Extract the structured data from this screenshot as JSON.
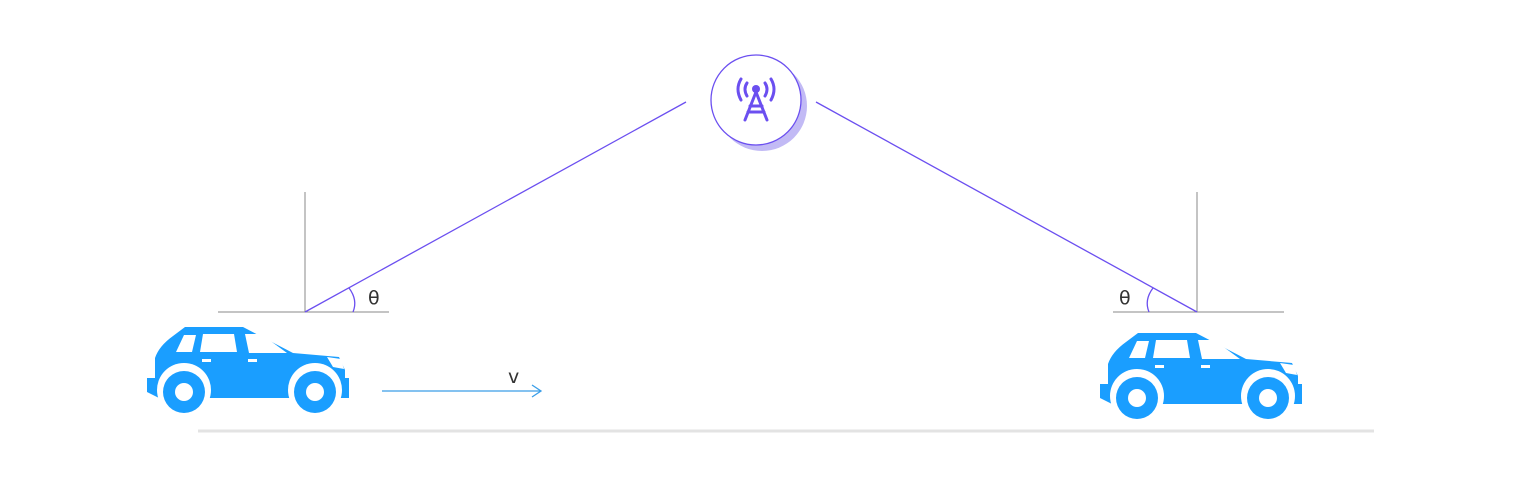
{
  "labels": {
    "angle_left": "θ",
    "angle_right": "θ",
    "velocity": "v"
  },
  "colors": {
    "car": "#1a9eff",
    "signal_line": "#6b4ff0",
    "reference_line": "#888888",
    "ground": "#e3e3e3",
    "tower_shadow": "#c2baf5",
    "velocity_arrow": "#3a9ee8"
  },
  "icons": {
    "tower": "cell-tower-icon",
    "car": "car-icon"
  }
}
